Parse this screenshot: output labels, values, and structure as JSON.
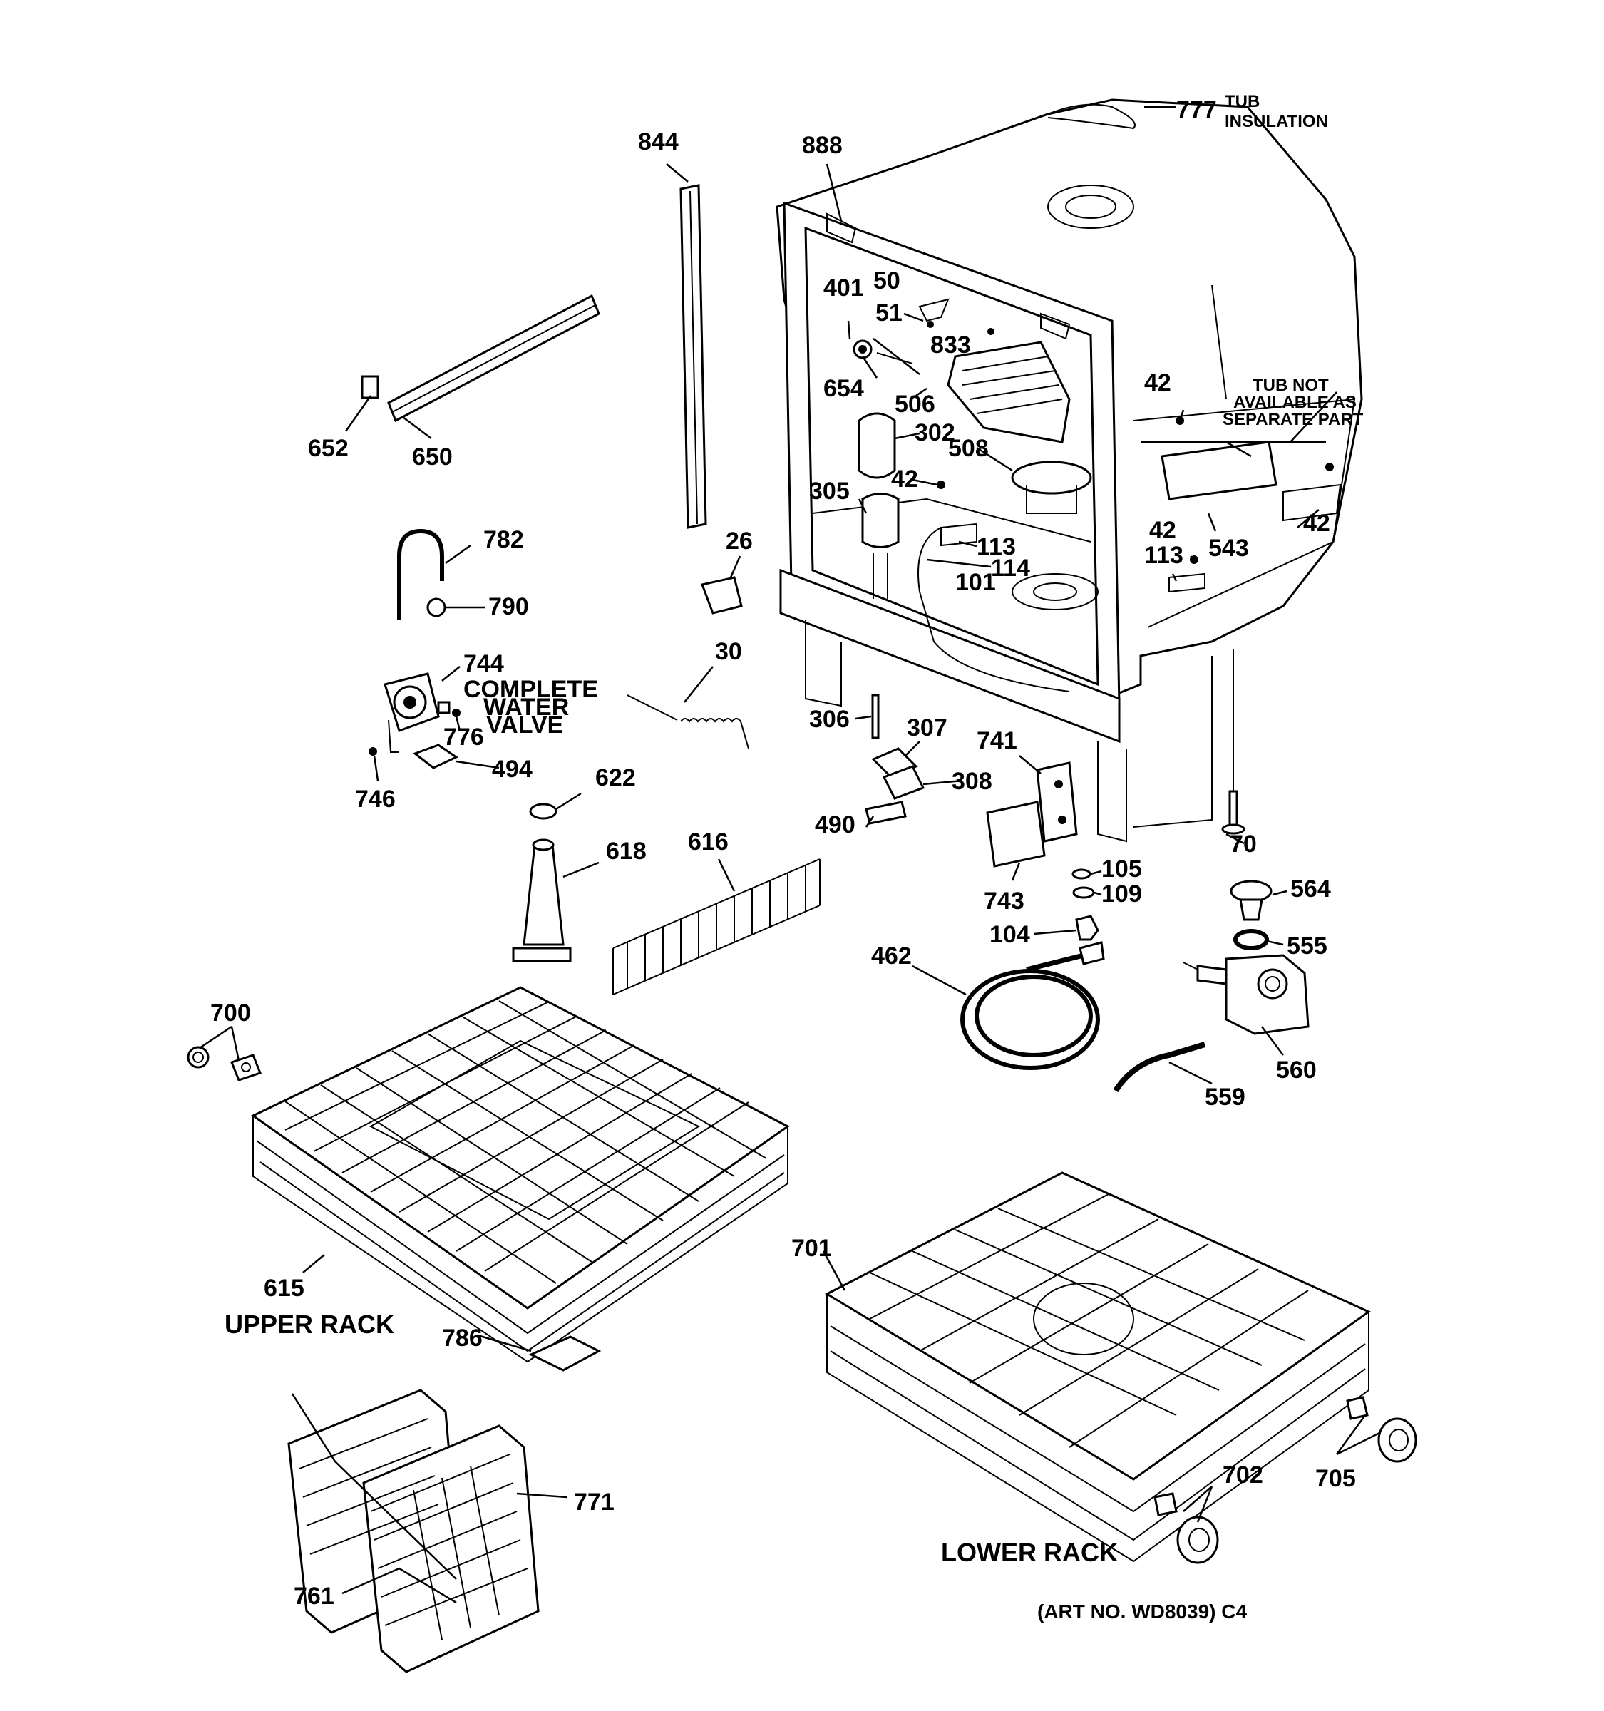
{
  "labels": {
    "p777": "777",
    "tub_insulation_1": "TUB",
    "tub_insulation_2": "INSULATION",
    "p844": "844",
    "p888": "888",
    "p50": "50",
    "p401": "401",
    "p51": "51",
    "p833": "833",
    "p654": "654",
    "p506": "506",
    "p302": "302",
    "p508": "508",
    "p42a": "42",
    "p42b": "42",
    "p42c": "42",
    "p42d": "42",
    "p305": "305",
    "p113a": "113",
    "p113b": "113",
    "p114": "114",
    "p101": "101",
    "p543": "543",
    "p26": "26",
    "p30": "30",
    "p652": "652",
    "p650": "650",
    "p782": "782",
    "p790": "790",
    "p744": "744",
    "complete_water_valve_1": "COMPLETE",
    "complete_water_valve_2": "WATER",
    "complete_water_valve_3": "VALVE",
    "p776": "776",
    "p746": "746",
    "p494": "494",
    "p622": "622",
    "p618": "618",
    "p616": "616",
    "p306": "306",
    "p307": "307",
    "p308": "308",
    "p741": "741",
    "p490": "490",
    "p743": "743",
    "p70": "70",
    "p105": "105",
    "p109": "109",
    "p104": "104",
    "p564": "564",
    "p555": "555",
    "p462": "462",
    "p560": "560",
    "p559": "559",
    "p700": "700",
    "p615": "615",
    "upper_rack": "UPPER RACK",
    "p786": "786",
    "p701": "701",
    "p771": "771",
    "p761": "761",
    "p702": "702",
    "p705": "705",
    "lower_rack": "LOWER RACK",
    "tub_note_1": "TUB NOT",
    "tub_note_2": "AVAILABLE AS",
    "tub_note_3": "SEPARATE PART",
    "art_no": "(ART NO. WD8039) C4"
  }
}
